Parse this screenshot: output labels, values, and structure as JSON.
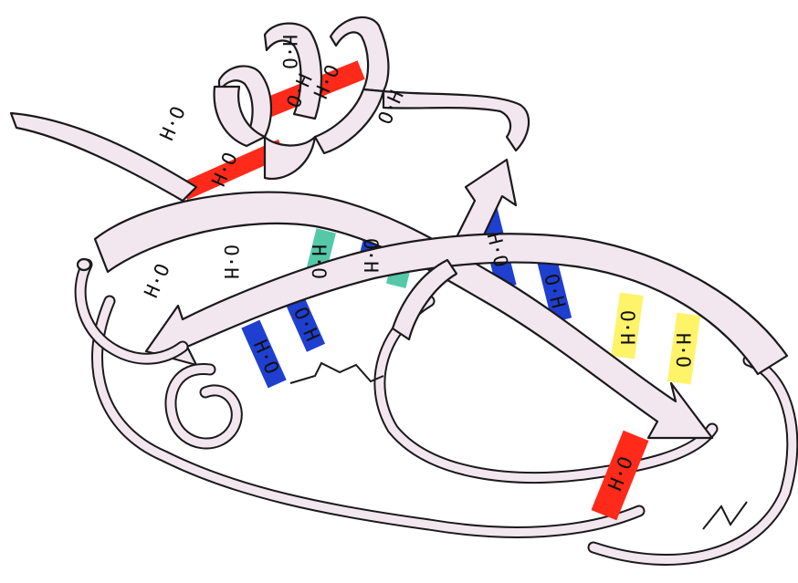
{
  "colors": {
    "ribbon_fill": "#f2e6ef",
    "outline": "#1a1a1a",
    "bond_red": "#ff2a1a",
    "bond_blue": "#1f3fd0",
    "bond_teal": "#55c8a8",
    "bond_yellow": "#fff36a",
    "background": "#ffffff"
  },
  "h_bonds": [
    {
      "color": "red",
      "text": "H·O"
    },
    {
      "color": "red",
      "text": "O·H"
    },
    {
      "color": "red",
      "text": "H·O"
    },
    {
      "color": "teal",
      "text": "H·O"
    },
    {
      "color": "blue",
      "text": "O·H"
    },
    {
      "color": "blue",
      "text": "H·O"
    },
    {
      "color": "blue",
      "text": "O·H"
    },
    {
      "color": "blue",
      "text": "H·O"
    },
    {
      "color": "blue",
      "text": "O·H"
    },
    {
      "color": "yellow",
      "text": "O·H"
    },
    {
      "color": "yellow",
      "text": "H·O"
    },
    {
      "color": "red",
      "text": "H·O"
    }
  ],
  "free_groups": [
    {
      "text": "H·O"
    },
    {
      "text": "O·H"
    },
    {
      "text": "H·O"
    },
    {
      "text": "O·H"
    },
    {
      "text": "H·O"
    }
  ]
}
